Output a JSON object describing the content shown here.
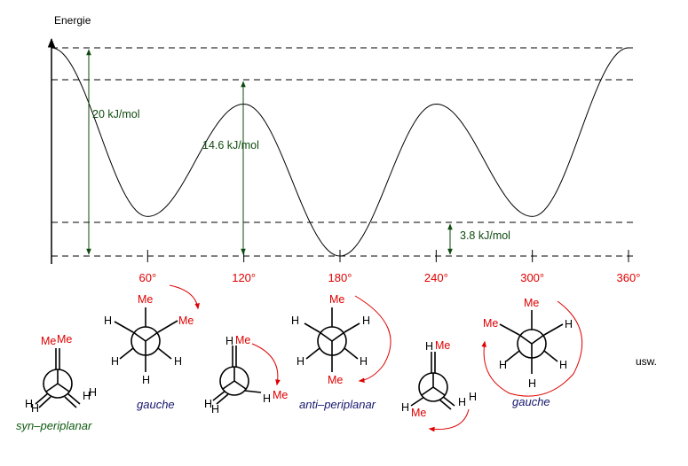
{
  "chart_data": {
    "type": "line",
    "ylabel": "Energie",
    "x_ticks": [
      "60°",
      "120°",
      "180°",
      "240°",
      "300°",
      "360°"
    ],
    "x_range": [
      0,
      360
    ],
    "curve": [
      {
        "angle": 0,
        "energy": 20
      },
      {
        "angle": 60,
        "energy": 3.8
      },
      {
        "angle": 120,
        "energy": 14.6
      },
      {
        "angle": 180,
        "energy": 0
      },
      {
        "angle": 240,
        "energy": 14.6
      },
      {
        "angle": 300,
        "energy": 3.8
      },
      {
        "angle": 360,
        "energy": 20
      }
    ],
    "annotations": [
      {
        "label": "20 kJ/mol",
        "value": 20
      },
      {
        "label": "14.6 kJ/mol",
        "value": 14.6
      },
      {
        "label": "3.8 kJ/mol",
        "value": 3.8
      }
    ]
  },
  "labels": {
    "me": "Me",
    "h": "H",
    "etc": "usw."
  },
  "conformations": [
    {
      "name": "syn–periplanar"
    },
    {
      "name": "gauche"
    },
    {
      "name": "anti–periplanar"
    },
    {
      "name": "gauche"
    }
  ],
  "colors": {
    "tick_labels": "#e00000",
    "annotations": "#0f4a0f",
    "methyl": "#e00000",
    "rotation_arrows": "#e00000",
    "conformation_blue": "#16166e",
    "conformation_green": "#0f5a0f"
  }
}
